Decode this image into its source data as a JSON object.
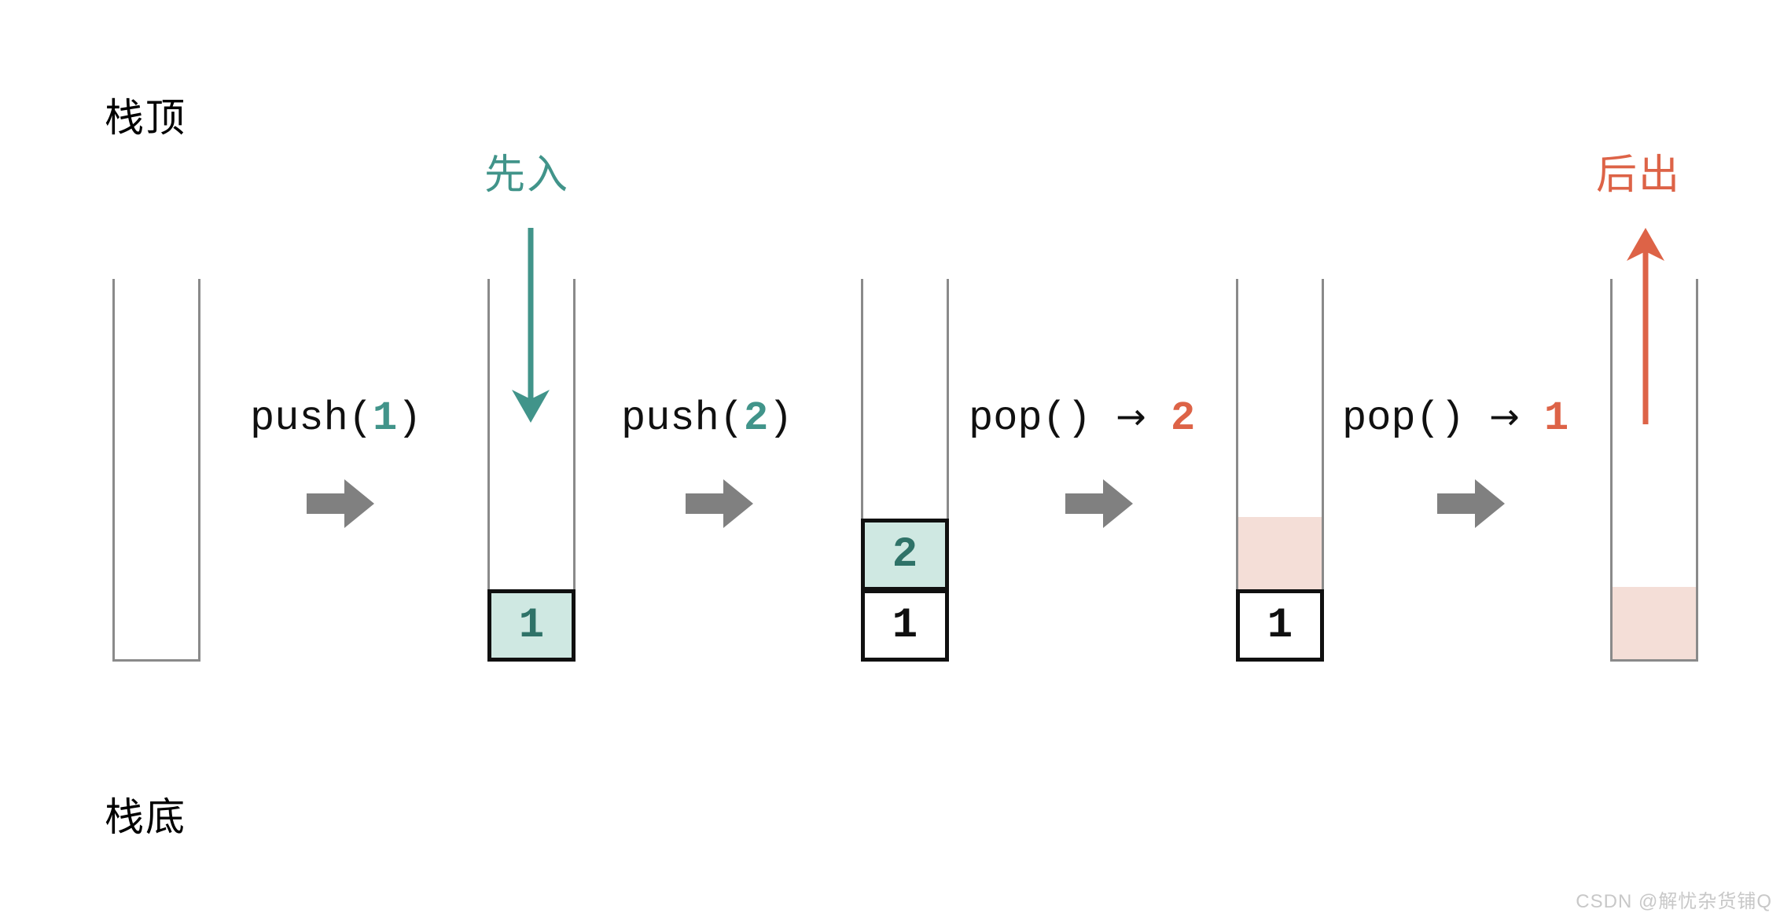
{
  "diagram": {
    "title": "Stack push/pop LIFO illustration",
    "labels": {
      "stack_top": "栈顶",
      "stack_bottom": "栈底",
      "first_in": "先入",
      "last_out": "后出"
    },
    "colors": {
      "teal": "#41948a",
      "teal_fill": "#cfe8e2",
      "teal_text": "#2f7268",
      "orange": "#dd6347",
      "pink_fill": "#f4ded7",
      "gray_arrow": "#808080",
      "container_border": "#8a8a8a",
      "cell_border": "#101010",
      "text": "#101010",
      "watermark": "#c8c8c8"
    },
    "operations": [
      {
        "name": "push-1",
        "prefix": "push(",
        "value": "1",
        "value_color": "teal",
        "suffix": ")",
        "result_arrow": "",
        "result": ""
      },
      {
        "name": "push-2",
        "prefix": "push(",
        "value": "2",
        "value_color": "teal",
        "suffix": ")",
        "result_arrow": "",
        "result": ""
      },
      {
        "name": "pop-2",
        "prefix": "pop()",
        "value": "",
        "value_color": "",
        "suffix": "",
        "result_arrow": "→",
        "result": "2",
        "result_color": "orange"
      },
      {
        "name": "pop-1",
        "prefix": "pop()",
        "value": "",
        "value_color": "",
        "suffix": "",
        "result_arrow": "→",
        "result": "1",
        "result_color": "orange"
      }
    ],
    "stacks": [
      {
        "name": "stack-empty-initial",
        "cells": []
      },
      {
        "name": "stack-after-push-1",
        "cells": [
          {
            "value": "1",
            "style": "teal",
            "kind": "solid"
          }
        ]
      },
      {
        "name": "stack-after-push-2",
        "cells": [
          {
            "value": "1",
            "style": "white",
            "kind": "solid"
          },
          {
            "value": "2",
            "style": "teal",
            "kind": "solid"
          }
        ]
      },
      {
        "name": "stack-after-pop-2",
        "cells": [
          {
            "value": "1",
            "style": "white",
            "kind": "solid"
          },
          {
            "value": "",
            "style": "ghost",
            "kind": "ghost"
          }
        ]
      },
      {
        "name": "stack-after-pop-1",
        "cells": [
          {
            "value": "",
            "style": "ghost",
            "kind": "ghost"
          }
        ]
      }
    ],
    "watermark": "CSDN @解忧杂货铺Q"
  }
}
